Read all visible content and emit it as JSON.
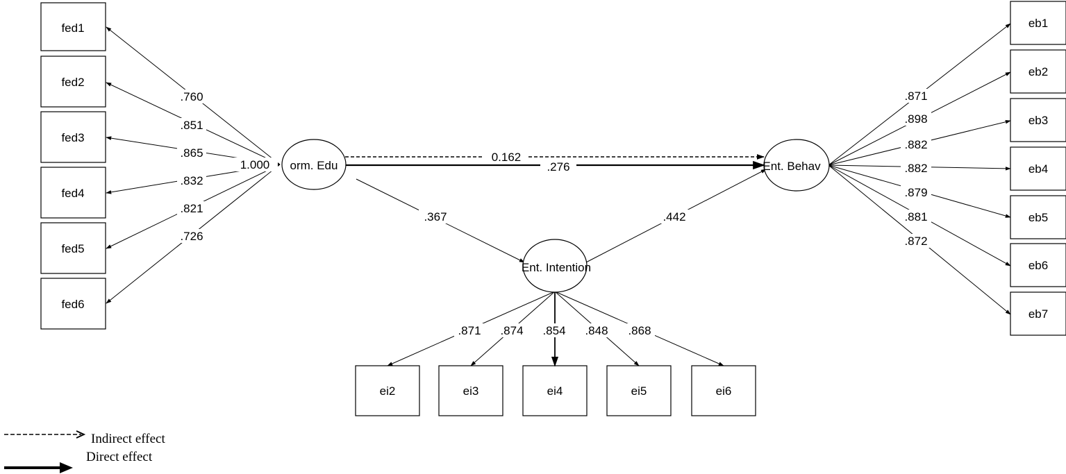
{
  "colors": {
    "ink": "#000000",
    "background": "#ffffff"
  },
  "latents": {
    "formal_edu": "orm. Edu",
    "ent_behavior": "Ent. Behav",
    "ent_intention": "Ent. Intention"
  },
  "fed_indicators": [
    {
      "label": "fed1",
      "loading": ".760"
    },
    {
      "label": "fed2",
      "loading": ".851"
    },
    {
      "label": "fed3",
      "loading": ".865"
    },
    {
      "label": "fed4",
      "loading": ".832"
    },
    {
      "label": "fed5",
      "loading": ".821"
    },
    {
      "label": "fed6",
      "loading": ".726"
    }
  ],
  "fed_variance": "1.000",
  "eb_indicators": [
    {
      "label": "eb1",
      "loading": ".871"
    },
    {
      "label": "eb2",
      "loading": ".898"
    },
    {
      "label": "eb3",
      "loading": ".882"
    },
    {
      "label": "eb4",
      "loading": ".882"
    },
    {
      "label": "eb5",
      "loading": ".879"
    },
    {
      "label": "eb6",
      "loading": ".881"
    },
    {
      "label": "eb7",
      "loading": ".872"
    }
  ],
  "ei_indicators": [
    {
      "label": "ei2",
      "loading": ".871"
    },
    {
      "label": "ei3",
      "loading": ".874"
    },
    {
      "label": "ei4",
      "loading": ".854"
    },
    {
      "label": "ei5",
      "loading": ".848"
    },
    {
      "label": "ei6",
      "loading": ".868"
    }
  ],
  "paths": {
    "indirect_edu_behav": "0.162",
    "direct_edu_behav": ".276",
    "edu_intention": ".367",
    "intention_behav": ".442"
  },
  "legend": {
    "indirect": "Indirect effect",
    "direct": "Direct effect"
  }
}
